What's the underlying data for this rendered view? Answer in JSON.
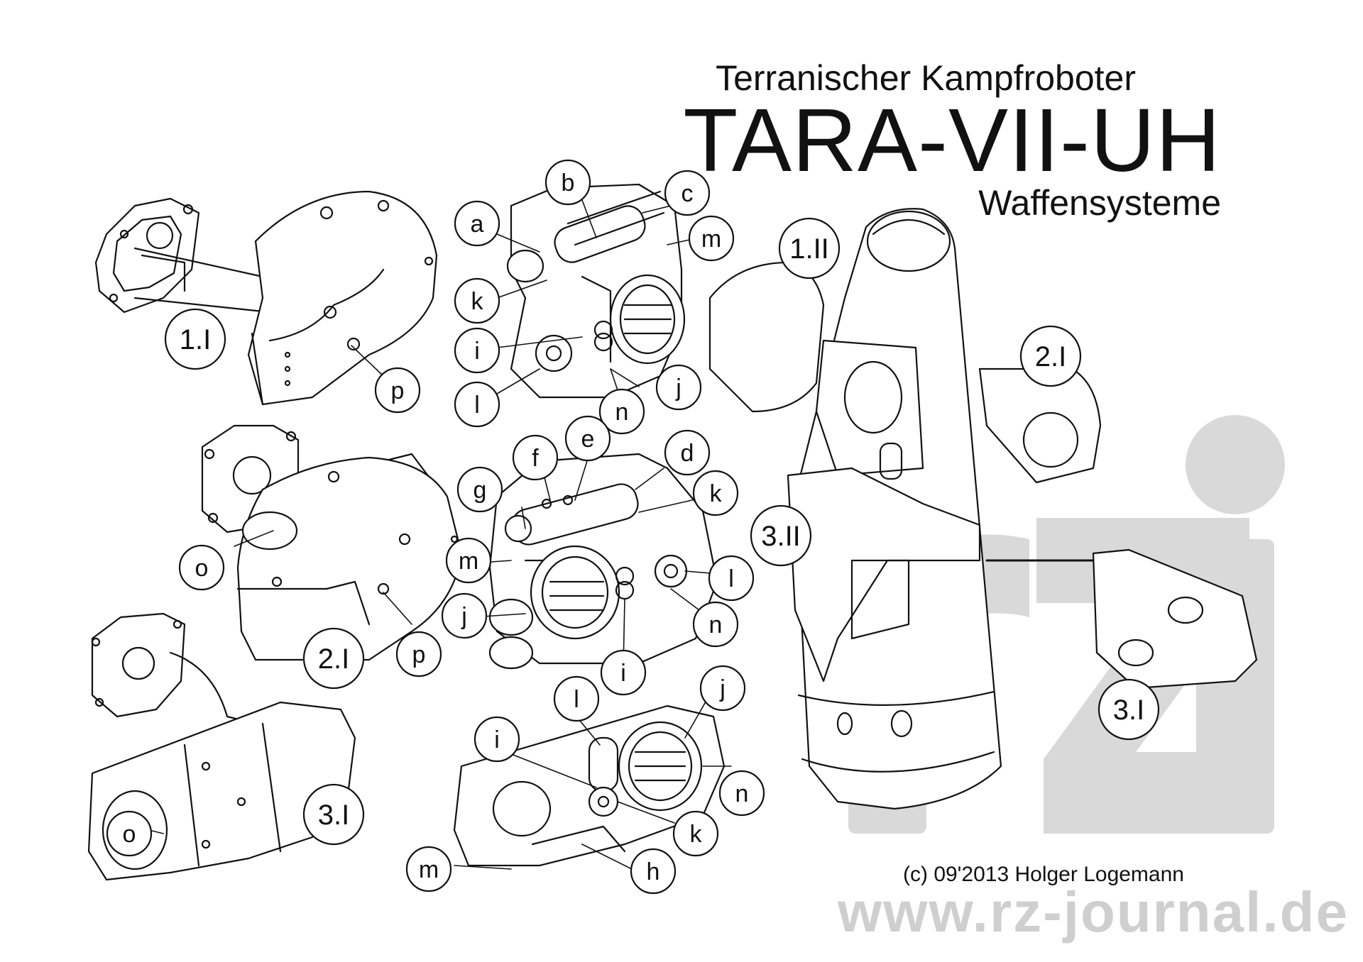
{
  "header": {
    "subtitle": "Terranischer Kampfroboter",
    "title": "TARA-VII-UH",
    "section": "Waffensysteme"
  },
  "footer": {
    "copyright": "(c) 09'2013 Holger Logemann",
    "watermark": "www.rz-journal.de"
  },
  "colors": {
    "line": "#111111",
    "watermark": "#cfcfcf",
    "background": "#ffffff"
  },
  "callouts": {
    "a": "a",
    "b": "b",
    "c": "c",
    "d": "d",
    "e": "e",
    "f": "f",
    "g": "g",
    "h": "h",
    "i": "i",
    "j": "j",
    "k": "k",
    "l": "l",
    "m": "m",
    "n": "n",
    "o": "o",
    "p": "p"
  },
  "assemblies": {
    "arm_1_I": "1.I",
    "arm_1_II": "1.II",
    "arm_2_I": "2.I",
    "arm_3_I": "3.I",
    "arm_3_II": "3.II"
  }
}
